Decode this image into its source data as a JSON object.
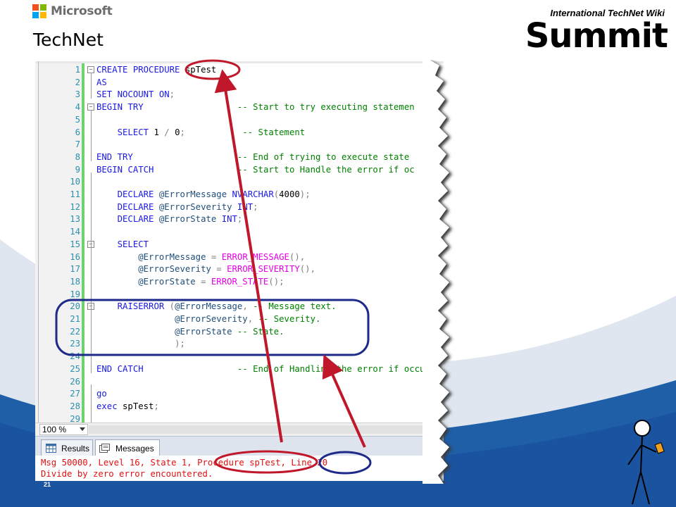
{
  "header": {
    "ms_brand": "Microsoft",
    "title": "TechNet",
    "summit_sub": "International TechNet Wiki",
    "summit_main": "Summit"
  },
  "slide_number": "21",
  "colors": {
    "swoosh_blue": "#1f5fa8",
    "annotation_red": "#c0182a",
    "annotation_blue": "#1d2a8a",
    "ms_red": "#f25022",
    "ms_green": "#7fba00",
    "ms_blue": "#00a4ef",
    "ms_yellow": "#ffb900"
  },
  "editor": {
    "lines": [
      {
        "n": "1",
        "text": "CREATE PROCEDURE spTest",
        "fold": "start"
      },
      {
        "n": "2",
        "text": "AS"
      },
      {
        "n": "3",
        "text": "SET NOCOUNT ON;"
      },
      {
        "n": "4",
        "text": "BEGIN TRY                  -- Start to try executing statemen",
        "fold": "start"
      },
      {
        "n": "5",
        "text": ""
      },
      {
        "n": "6",
        "text": "    SELECT 1 / 0;           -- Statement"
      },
      {
        "n": "7",
        "text": ""
      },
      {
        "n": "8",
        "text": "END TRY                    -- End of trying to execute state"
      },
      {
        "n": "9",
        "text": "BEGIN CATCH                -- Start to Handle the error if oc"
      },
      {
        "n": "10",
        "text": ""
      },
      {
        "n": "11",
        "text": "    DECLARE @ErrorMessage NVARCHAR(4000);"
      },
      {
        "n": "12",
        "text": "    DECLARE @ErrorSeverity INT;"
      },
      {
        "n": "13",
        "text": "    DECLARE @ErrorState INT;"
      },
      {
        "n": "14",
        "text": ""
      },
      {
        "n": "15",
        "text": "    SELECT",
        "fold": "start"
      },
      {
        "n": "16",
        "text": "        @ErrorMessage = ERROR_MESSAGE(),"
      },
      {
        "n": "17",
        "text": "        @ErrorSeverity = ERROR_SEVERITY(),"
      },
      {
        "n": "18",
        "text": "        @ErrorState = ERROR_STATE();"
      },
      {
        "n": "19",
        "text": ""
      },
      {
        "n": "20",
        "text": "    RAISERROR (@ErrorMessage, -- Message text.",
        "fold": "start"
      },
      {
        "n": "21",
        "text": "               @ErrorSeverity, -- Severity."
      },
      {
        "n": "22",
        "text": "               @ErrorState -- State."
      },
      {
        "n": "23",
        "text": "               );"
      },
      {
        "n": "24",
        "text": ""
      },
      {
        "n": "25",
        "text": "END CATCH                  -- End of Handling the error if occu"
      },
      {
        "n": "26",
        "text": ""
      },
      {
        "n": "27",
        "text": "go"
      },
      {
        "n": "28",
        "text": "exec spTest;"
      },
      {
        "n": "29",
        "text": ""
      }
    ]
  },
  "zoom": {
    "value": "100 %"
  },
  "results_tabs": [
    {
      "label": "Results",
      "icon": "grid-icon"
    },
    {
      "label": "Messages",
      "icon": "messages-icon"
    }
  ],
  "messages": {
    "line1": "Msg 50000, Level 16, State 1, Procedure spTest, Line 20",
    "line2": "Divide by zero error encountered."
  }
}
